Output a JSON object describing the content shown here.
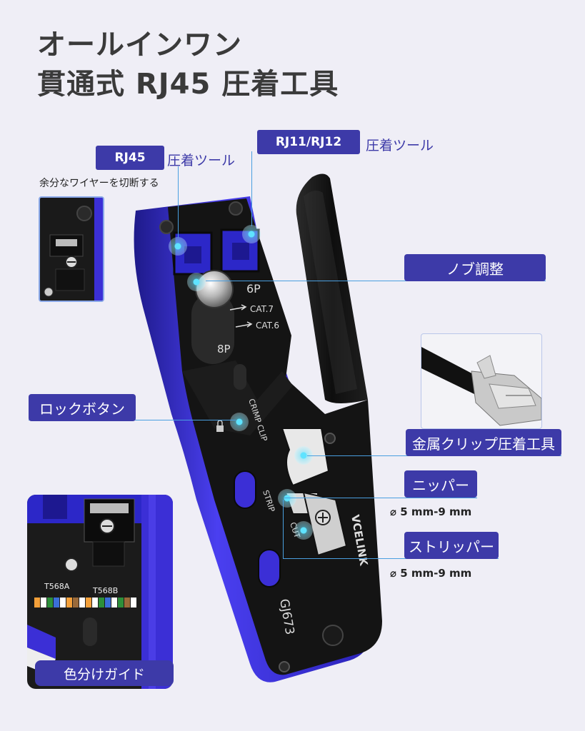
{
  "title": {
    "line1": "オールインワン",
    "line2": "貫通式 RJ45 圧着工具"
  },
  "tags": {
    "rj45": {
      "badge": "RJ45",
      "label": "圧着ツール"
    },
    "rj11": {
      "badge": "RJ11/RJ12",
      "label": "圧着ツール"
    }
  },
  "inset_caption": "余分なワイヤーを切断する",
  "callouts": {
    "knob": "ノブ調整",
    "lock": "ロックボタン",
    "metal_clip": "金属クリップ圧着工具",
    "nipper": "ニッパー",
    "stripper": "ストリッパー",
    "color_guide": "色分けガイド"
  },
  "specs": {
    "nipper": "⌀ 5 mm-9 mm",
    "stripper": "⌀ 5 mm-9 mm"
  },
  "tool_markings": {
    "six_p": "6P",
    "eight_p": "8P",
    "cat7": "CAT.7",
    "cat6": "CAT.6",
    "crimp_clip": "CRIMP CLIP",
    "strip": "STRIP",
    "cut": "CUT",
    "brand": "VCELINK",
    "model": "GJ673",
    "t568a": "T568A",
    "t568b": "T568B"
  },
  "colors": {
    "accent": "#3d3aa8",
    "tool_blue": "#3b2fd6",
    "tool_body": "#141414",
    "leader": "#4a9fe0",
    "background": "#efeef6"
  }
}
